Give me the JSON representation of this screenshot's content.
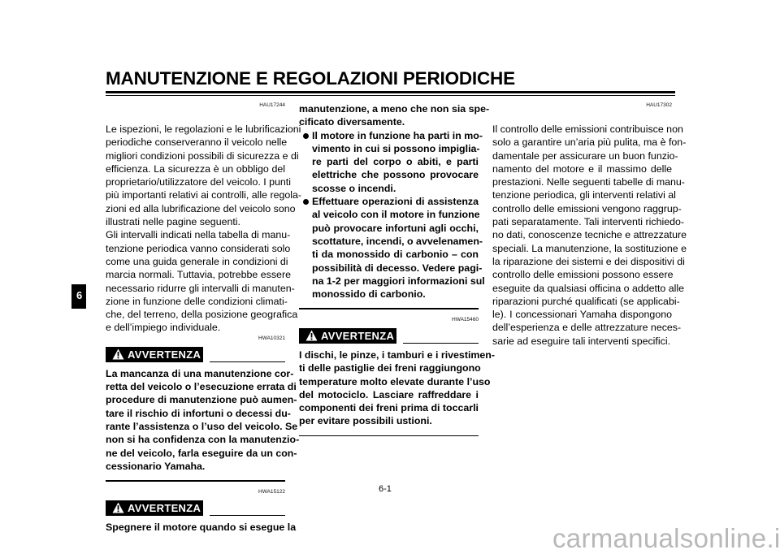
{
  "header": {
    "title": "MANUTENZIONE E REGOLAZIONI PERIODICHE"
  },
  "chapter_tab": "6",
  "page_number": "6-1",
  "watermark": "carmanualsonline.info",
  "columns": [
    {
      "blocks": [
        {
          "type": "code",
          "text": "HAU17244"
        },
        {
          "type": "para",
          "lines": [
            "Le ispezioni, le regolazioni e le lubrificazioni",
            "periodiche conserveranno il veicolo nelle",
            "migliori condizioni possibili di sicurezza e di",
            "efficienza. La sicurezza è un obbligo del",
            "proprietario/utilizzatore del veicolo. I punti",
            "più importanti relativi ai controlli, alle regola-",
            "zioni ed alla lubrificazione del veicolo sono",
            "illustrati nelle pagine seguenti."
          ]
        },
        {
          "type": "para",
          "lines": [
            "Gli intervalli indicati nella tabella di manu-",
            "tenzione periodica vanno considerati solo",
            "come una guida generale in condizioni di",
            "marcia normali. Tuttavia, potrebbe essere",
            "necessario ridurre gli intervalli di manuten-",
            "zione in funzione delle condizioni climati-",
            "che, del terreno, della posizione geografica",
            "e dell’impiego individuale."
          ]
        },
        {
          "type": "code",
          "text": "HWA10321"
        },
        {
          "type": "warning",
          "label": "AVVERTENZA"
        },
        {
          "type": "para",
          "bold": true,
          "lines": [
            "La mancanza di una manutenzione cor-",
            "retta del veicolo o l’esecuzione errata di",
            "procedure di manutenzione può aumen-",
            "tare il rischio di infortuni o decessi du-",
            "rante l’assistenza o l’uso del veicolo. Se",
            "non si ha confidenza con la manutenzio-",
            "ne del veicolo, farla eseguire da un con-",
            "cessionario Yamaha."
          ]
        },
        {
          "type": "endrule"
        },
        {
          "type": "code",
          "text": "HWA15122"
        },
        {
          "type": "warning",
          "label": "AVVERTENZA"
        },
        {
          "type": "para",
          "bold": true,
          "cont": true,
          "lines": [
            "Spegnere il motore quando si esegue la"
          ]
        }
      ]
    },
    {
      "blocks": [
        {
          "type": "para",
          "bold": true,
          "lines": [
            "manutenzione, a meno che non sia spe-",
            "cificato diversamente."
          ]
        },
        {
          "type": "bullet",
          "lines": [
            "Il motore in funzione ha parti in mo-",
            "vimento in cui si possono impiglia-",
            "re parti del corpo o abiti, e parti",
            "elettriche che possono provocare",
            "scosse o incendi."
          ]
        },
        {
          "type": "bullet",
          "lines": [
            "Effettuare operazioni di assistenza",
            "al veicolo con il motore in funzione",
            "può provocare infortuni agli occhi,",
            "scottature, incendi, o avvelenamen-",
            "ti da monossido di carbonio – con",
            "possibilità di decesso. Vedere pagi-",
            "na 1-2 per maggiori informazioni sul",
            "monossido di carbonio."
          ]
        },
        {
          "type": "endrule"
        },
        {
          "type": "code",
          "text": "HWA15460"
        },
        {
          "type": "warning",
          "label": "AVVERTENZA"
        },
        {
          "type": "para",
          "bold": true,
          "lines": [
            "I dischi, le pinze, i tamburi e i rivestimen-",
            "ti delle pastiglie dei freni raggiungono",
            "temperature molto elevate durante l’uso",
            "del motociclo. Lasciare raffreddare i",
            "componenti dei freni prima di toccarli",
            "per evitare possibili ustioni."
          ]
        },
        {
          "type": "endrule"
        }
      ]
    },
    {
      "blocks": [
        {
          "type": "code",
          "text": "HAU17302"
        },
        {
          "type": "para",
          "lines": [
            "Il controllo delle emissioni contribuisce non",
            "solo a garantire un’aria più pulita, ma è fon-",
            "damentale per assicurare un buon funzio-",
            "namento del motore e il massimo delle",
            "prestazioni. Nelle seguenti tabelle di manu-",
            "tenzione periodica, gli interventi relativi al",
            "controllo delle emissioni vengono raggrup-",
            "pati separatamente. Tali interventi richiedo-",
            "no dati, conoscenze tecniche e attrezzature",
            "speciali. La manutenzione, la sostituzione e",
            "la riparazione dei sistemi e dei dispositivi di",
            "controllo delle emissioni possono essere",
            "eseguite da qualsiasi officina o addetto alle",
            "riparazioni purché qualificati (se applicabi-",
            "le). I concessionari Yamaha dispongono",
            "dell’esperienza e delle attrezzature neces-",
            "sarie ad eseguire tali interventi specifici."
          ]
        }
      ]
    }
  ]
}
